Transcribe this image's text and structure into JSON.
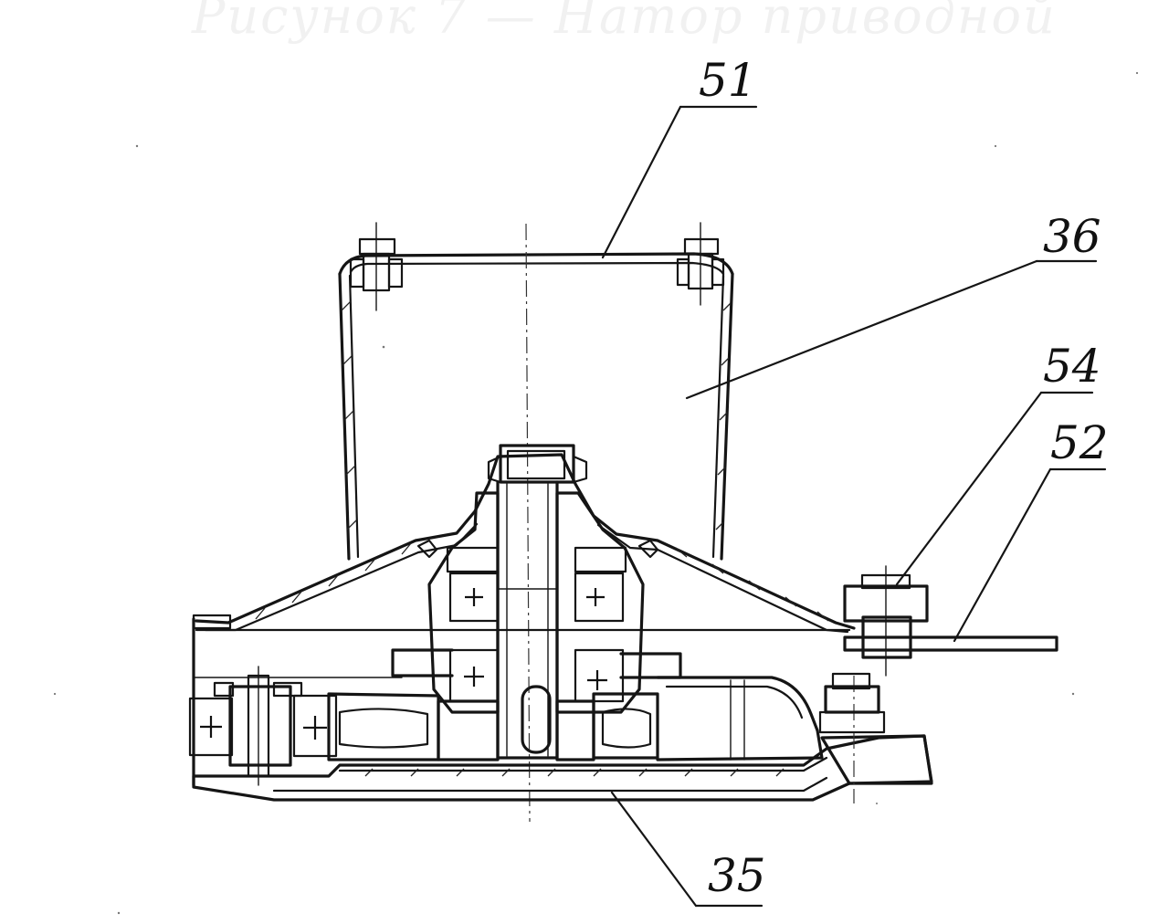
{
  "title": "Рисунок 7 — Натор приводной",
  "callouts": [
    {
      "id": "51",
      "label": "51"
    },
    {
      "id": "36",
      "label": "36"
    },
    {
      "id": "54",
      "label": "54"
    },
    {
      "id": "52",
      "label": "52"
    },
    {
      "id": "35",
      "label": "35"
    }
  ],
  "colors": {
    "ink": "#151515",
    "paper": "#ffffff",
    "faint": "#f1f1f1"
  }
}
